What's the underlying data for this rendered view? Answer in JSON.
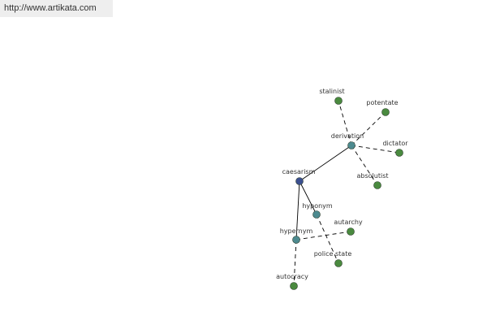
{
  "header": {
    "url_text": "http://www.artikata.com"
  },
  "colors": {
    "background": "#ffffff",
    "badge_bg": "#eeeeee",
    "root_node": "#3b4f8f",
    "relation_node": "#4d8a8f",
    "leaf_node": "#4a8a3f",
    "edge": "#000000"
  },
  "graph": {
    "nodes": [
      {
        "id": "caesarism",
        "label": "caesarism",
        "kind": "root"
      },
      {
        "id": "derivation",
        "label": "derivation",
        "kind": "relation"
      },
      {
        "id": "hyponym",
        "label": "hyponym",
        "kind": "relation"
      },
      {
        "id": "hypernym",
        "label": "hypernym",
        "kind": "relation"
      },
      {
        "id": "stalinist",
        "label": "stalinist",
        "kind": "leaf"
      },
      {
        "id": "potentate",
        "label": "potentate",
        "kind": "leaf"
      },
      {
        "id": "dictator",
        "label": "dictator",
        "kind": "leaf"
      },
      {
        "id": "absolutist",
        "label": "absolutist",
        "kind": "leaf"
      },
      {
        "id": "autarchy",
        "label": "autarchy",
        "kind": "leaf"
      },
      {
        "id": "police-state",
        "label": "police state",
        "kind": "leaf"
      },
      {
        "id": "autocracy",
        "label": "autocracy",
        "kind": "leaf"
      }
    ],
    "edges": [
      {
        "from": "caesarism",
        "to": "derivation",
        "style": "solid"
      },
      {
        "from": "caesarism",
        "to": "hyponym",
        "style": "solid"
      },
      {
        "from": "caesarism",
        "to": "hypernym",
        "style": "solid"
      },
      {
        "from": "derivation",
        "to": "stalinist",
        "style": "dashed"
      },
      {
        "from": "derivation",
        "to": "potentate",
        "style": "dashed"
      },
      {
        "from": "derivation",
        "to": "dictator",
        "style": "dashed"
      },
      {
        "from": "derivation",
        "to": "absolutist",
        "style": "dashed"
      },
      {
        "from": "hyponym",
        "to": "police-state",
        "style": "dashed"
      },
      {
        "from": "hypernym",
        "to": "autarchy",
        "style": "dashed"
      },
      {
        "from": "hypernym",
        "to": "autocracy",
        "style": "dashed"
      }
    ]
  }
}
